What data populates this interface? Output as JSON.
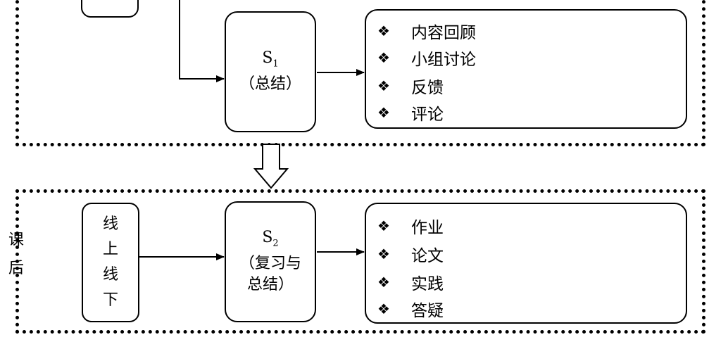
{
  "upper": {
    "step": {
      "letter": "S",
      "sub": "1",
      "desc": "（总结）"
    },
    "items": [
      "内容回顾",
      "小组讨论",
      "反馈",
      "评论"
    ]
  },
  "lower": {
    "side_label": [
      "课",
      "后"
    ],
    "source": [
      "线",
      "上",
      "线",
      "下"
    ],
    "step": {
      "letter": "S",
      "sub": "2",
      "desc1": "（复习与",
      "desc2": "总结）"
    },
    "items": [
      "作业",
      "论文",
      "实践",
      "答疑"
    ]
  },
  "bullet_glyph": "❖"
}
